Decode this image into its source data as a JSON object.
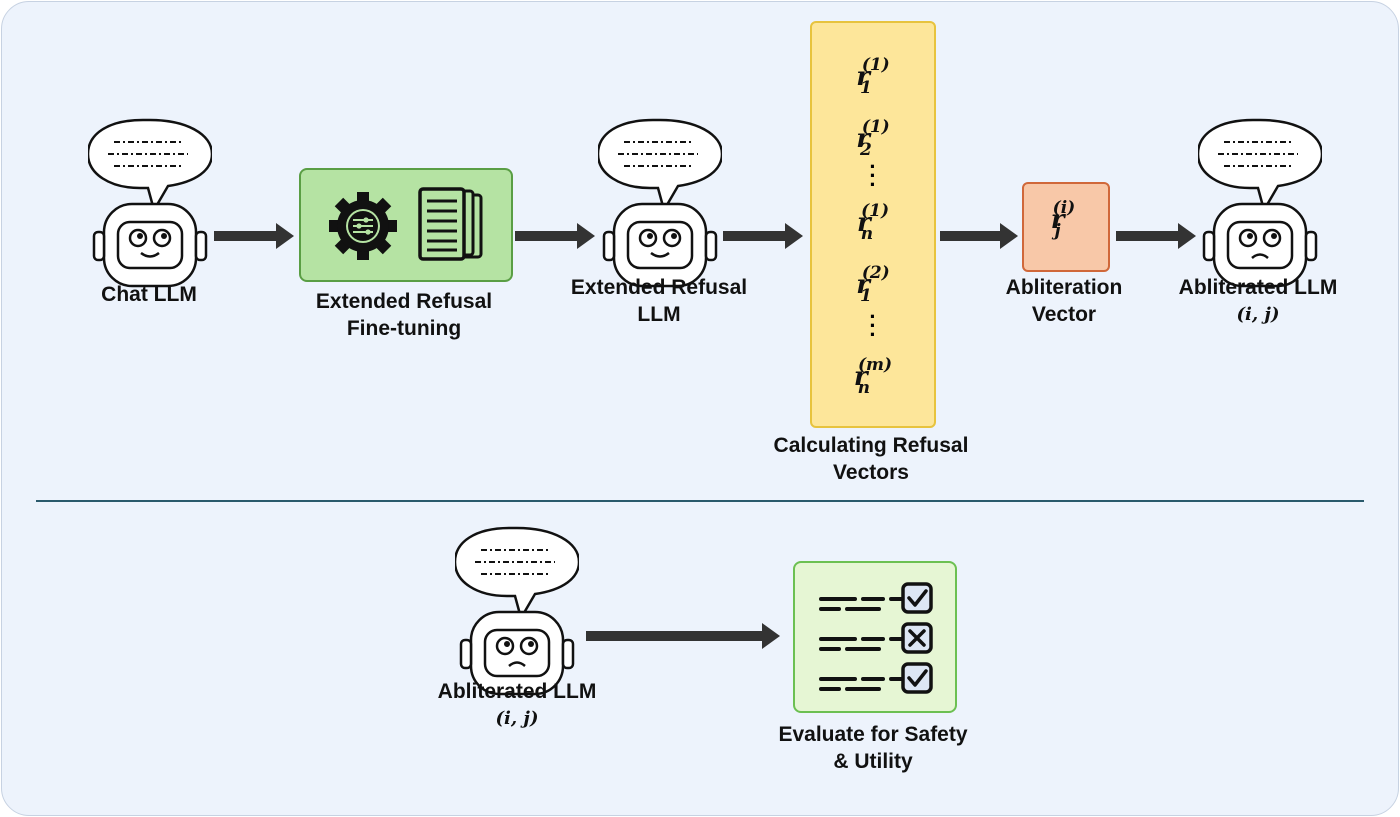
{
  "top_flow": {
    "chat_llm_label": "Chat LLM",
    "finetune_label_line1": "Extended Refusal",
    "finetune_label_line2": "Fine-tuning",
    "ext_llm_label_line1": "Extended Refusal",
    "ext_llm_label_line2": "LLM",
    "vectors_label_line1": "Calculating Refusal",
    "vectors_label_line2": "Vectors",
    "abl_vector_label_line1": "Abliteration",
    "abl_vector_label_line2": "Vector",
    "abl_llm_label": "Abliterated LLM",
    "abl_llm_indices": "(i, j)"
  },
  "refusal_vectors": [
    {
      "sub": "1",
      "sup": "(1)"
    },
    {
      "sub": "2",
      "sup": "(1)"
    },
    {
      "sub": "n",
      "sup": "(1)"
    },
    {
      "sub": "1",
      "sup": "(2)"
    },
    {
      "sub": "n",
      "sup": "(m)"
    }
  ],
  "abliteration_vector": {
    "sub": "j",
    "sup": "(i)"
  },
  "bottom_flow": {
    "abl_llm_label": "Abliterated LLM",
    "abl_llm_indices": "(i, j)",
    "evaluate_label_line1": "Evaluate for Safety",
    "evaluate_label_line2": "& Utility",
    "checklist": [
      "check",
      "cross",
      "check"
    ]
  },
  "colors": {
    "finetune_box": "#b5e3a3",
    "vectors_box": "#fde69a",
    "abl_vector_box": "#f8c8a8",
    "evaluate_box": "#e6f6d4",
    "arrow": "#333333"
  }
}
